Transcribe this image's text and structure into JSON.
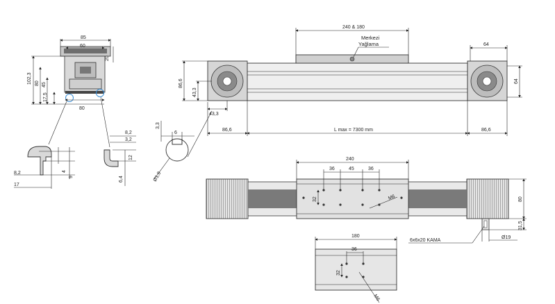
{
  "colors": {
    "line": "#222222",
    "profile_light": "#d9d9d9",
    "profile_mid": "#bdbdbd",
    "profile_dark": "#6e6e6e",
    "belt": "#7a7a7a",
    "highlight_circle": "#3b8fd6"
  },
  "profile_view": {
    "width_top": "85",
    "width_inner": "60",
    "side_right": "20",
    "height_total": "102,3",
    "height_80": "80",
    "height_45": "45",
    "height_17_5": "17,5",
    "width_bottom": "80"
  },
  "detail_left": {
    "dim_8_2": "8,2",
    "dim_17": "17",
    "dim_4": "4",
    "dim_9": "9"
  },
  "detail_right": {
    "dim_8_2": "8,2",
    "dim_3_2": "3,2",
    "dim_12": "12",
    "dim_6_4": "6,4"
  },
  "slot_detail": {
    "dim_3_3": "3,3",
    "dim_6": "6",
    "dim_dia": "Ø1,9"
  },
  "front_view": {
    "carriage_length": "240 & 180",
    "center_lube_line1": "Merkezi",
    "center_lube_line2": "Yağlama",
    "head_width": "64",
    "height_86_6": "86,6",
    "height_43_3": "43,3",
    "offset_43_3": "43,3",
    "end_left": "86,6",
    "stroke_label": "L max = 7300 mm",
    "end_right": "86,6",
    "head_height": "64"
  },
  "top_view": {
    "carriage_240": "240",
    "hole_36_a": "36",
    "hole_45": "45",
    "hole_36_b": "36",
    "hole_32": "32",
    "thread": "M6",
    "height_80": "80",
    "shaft_31_5": "31,5",
    "key_label": "6x6x20 KAMA",
    "shaft_dia": "Ø19"
  },
  "small_carriage": {
    "width_180": "180",
    "hole_36": "36",
    "hole_32": "32",
    "thread": "M6"
  }
}
